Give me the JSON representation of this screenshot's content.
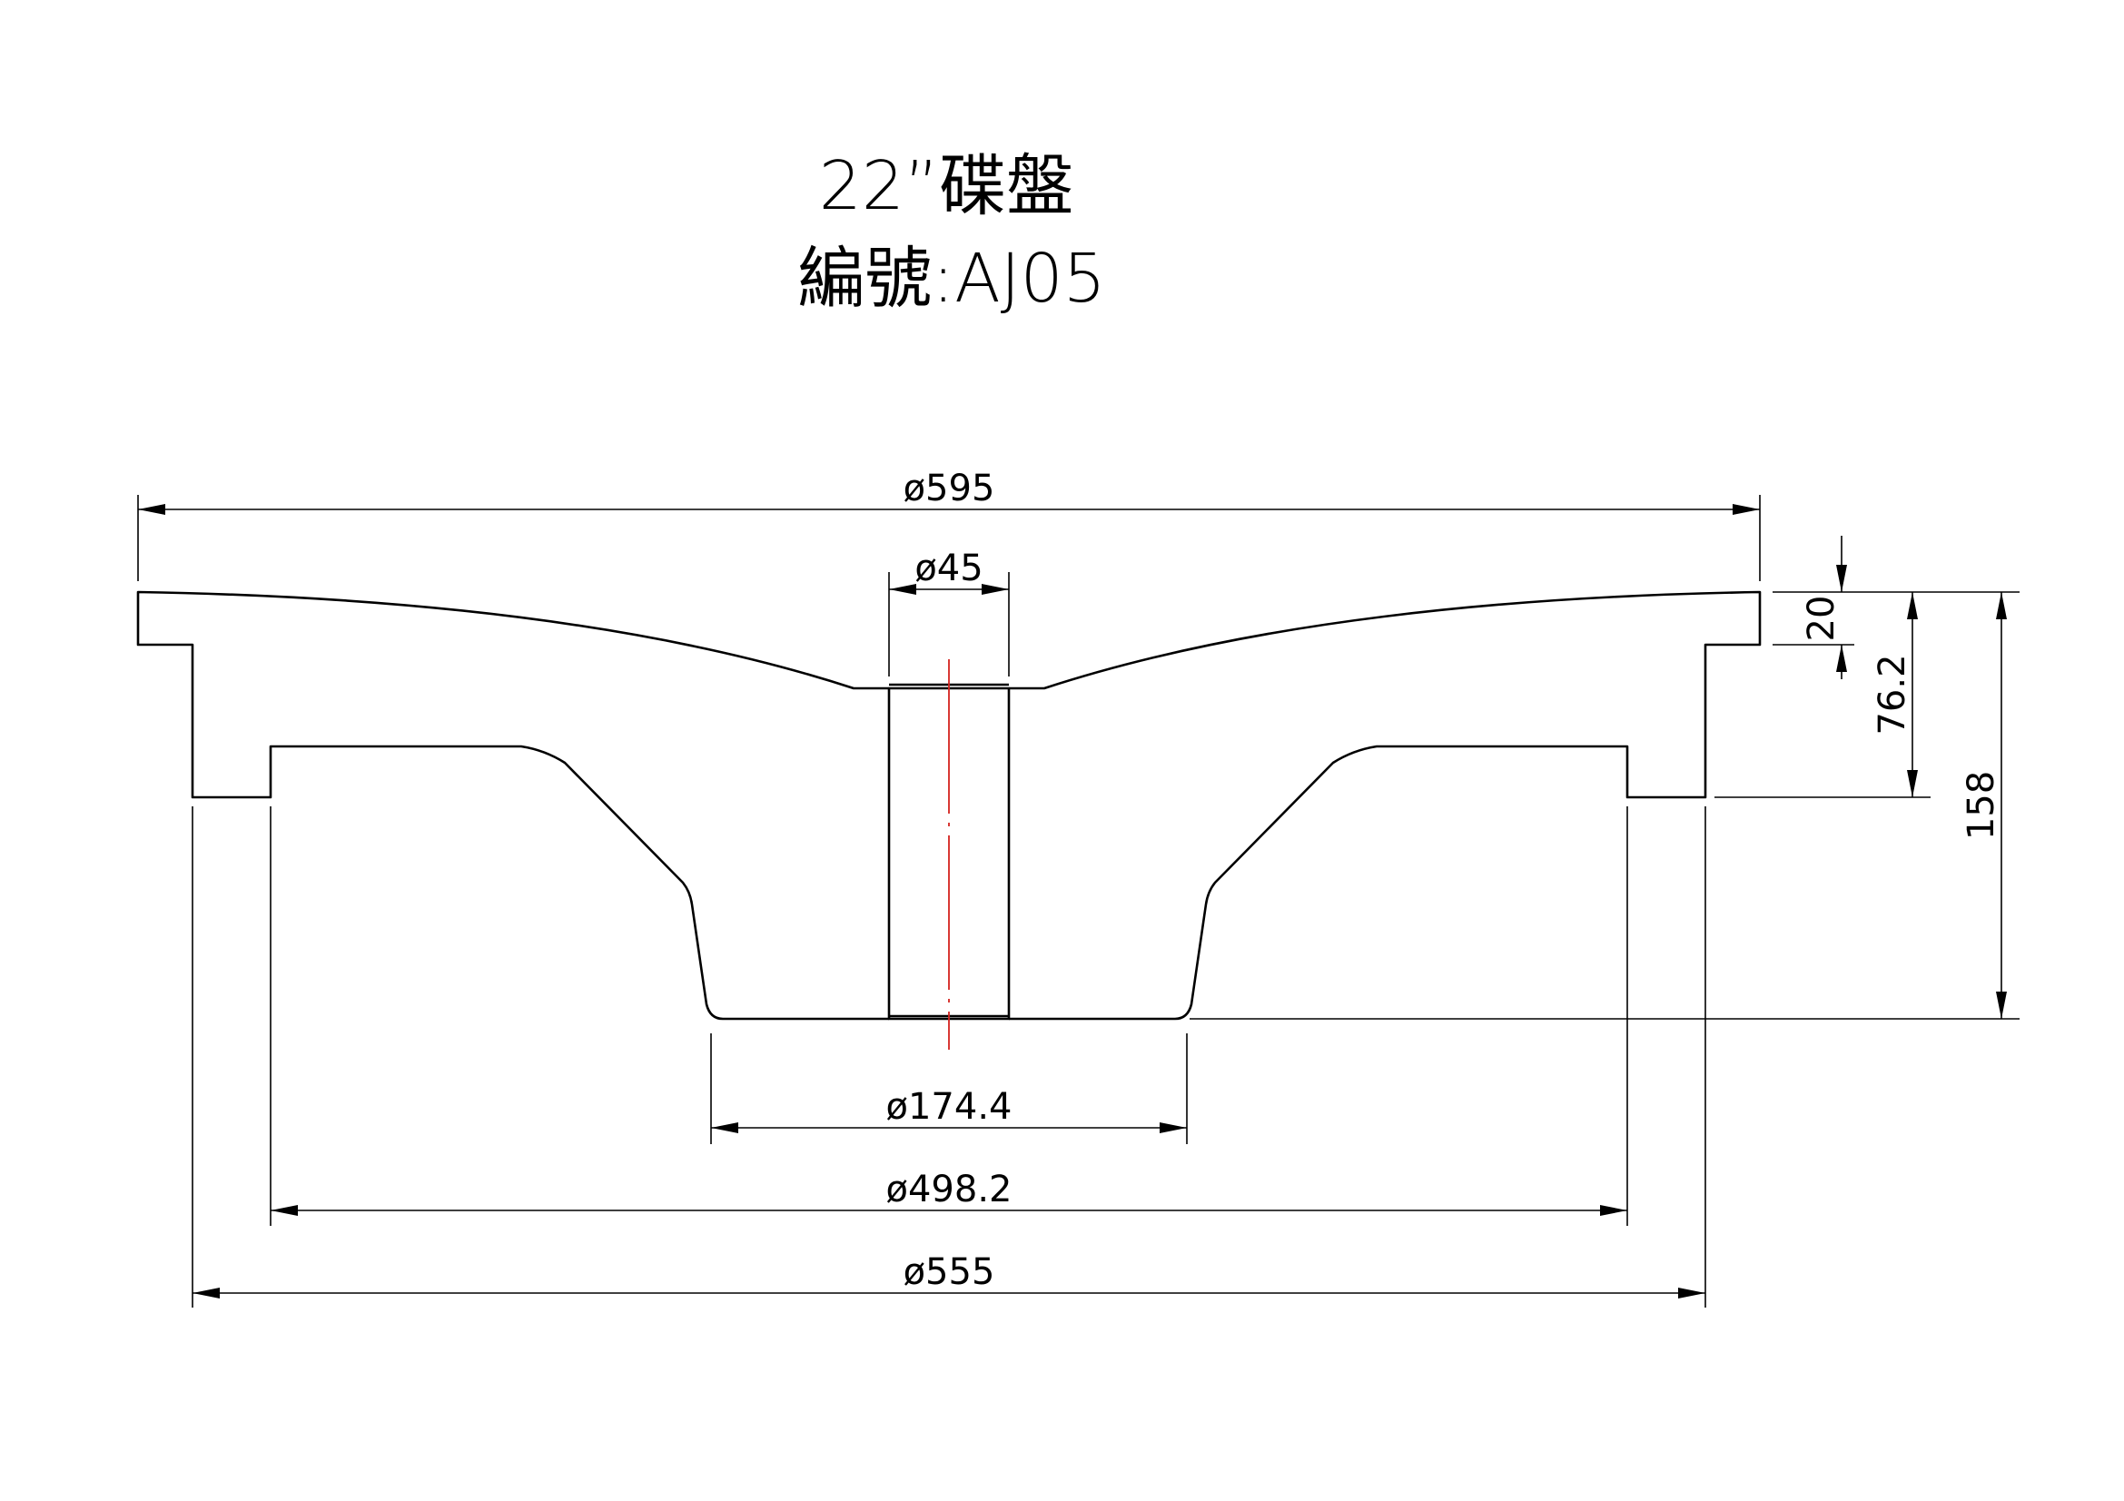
{
  "title": {
    "line1": "22”碟盤",
    "line2": "編號:AJ05"
  },
  "dimensions": {
    "outer_diameter": "ø595",
    "bore_diameter": "ø45",
    "rim_thickness": "20",
    "rim_depth": "76.2",
    "total_height": "158",
    "bottom_diameter": "ø174.4",
    "inner_diameter": "ø498.2",
    "step_diameter": "ø555"
  },
  "colors": {
    "line": "#000000",
    "centerline": "#d4231f"
  }
}
